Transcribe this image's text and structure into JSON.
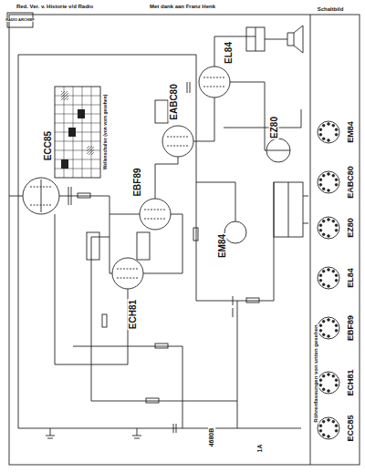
{
  "diagram": {
    "title": "Schaltbild",
    "labels": [
      "Red. Ver. v. Historie v/d Radio",
      "RADIO ARCHIEF",
      "Met dank aan Franz Henk",
      "ECC85",
      "ECH81",
      "EBF89",
      "EABC80",
      "EM84",
      "EL84",
      "EZ80",
      "ECC85",
      "ECH81",
      "EBF89",
      "EL84",
      "EZ80",
      "EABC80",
      "EM84",
      "Röhrenfassungen von unten gesehen",
      "4680B",
      "1A",
      "Wellenschalter (von vorn gesehen)"
    ]
  }
}
